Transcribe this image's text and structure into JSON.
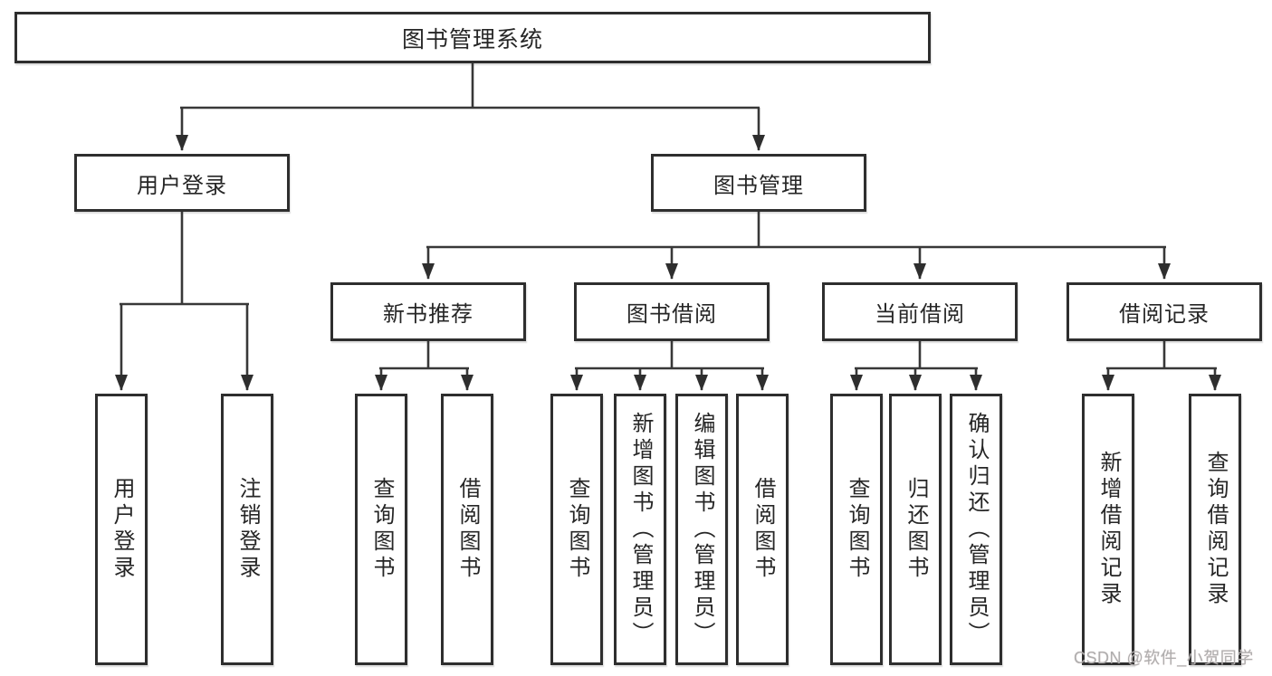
{
  "colors": {
    "background": "#ffffff",
    "line": "#383838",
    "box_border": "#2e2e2e",
    "text": "#262626",
    "watermark": "#aeaeae"
  },
  "watermark": {
    "text": "CSDN @软件_小贺同学"
  },
  "tree": {
    "root": "图书管理系统",
    "branches": [
      {
        "label": "用户登录",
        "children": [
          "用户登录",
          "注销登录"
        ]
      },
      {
        "label": "图书管理",
        "children": [
          {
            "label": "新书推荐",
            "children": [
              "查询图书",
              "借阅图书"
            ]
          },
          {
            "label": "图书借阅",
            "children": [
              "查询图书",
              "新增图书（管理员）",
              "编辑图书（管理员）",
              "借阅图书"
            ]
          },
          {
            "label": "当前借阅",
            "children": [
              "查询图书",
              "归还图书",
              "确认归还（管理员）"
            ]
          },
          {
            "label": "借阅记录",
            "children": [
              "新增借阅记录",
              "查询借阅记录"
            ]
          }
        ]
      }
    ]
  }
}
